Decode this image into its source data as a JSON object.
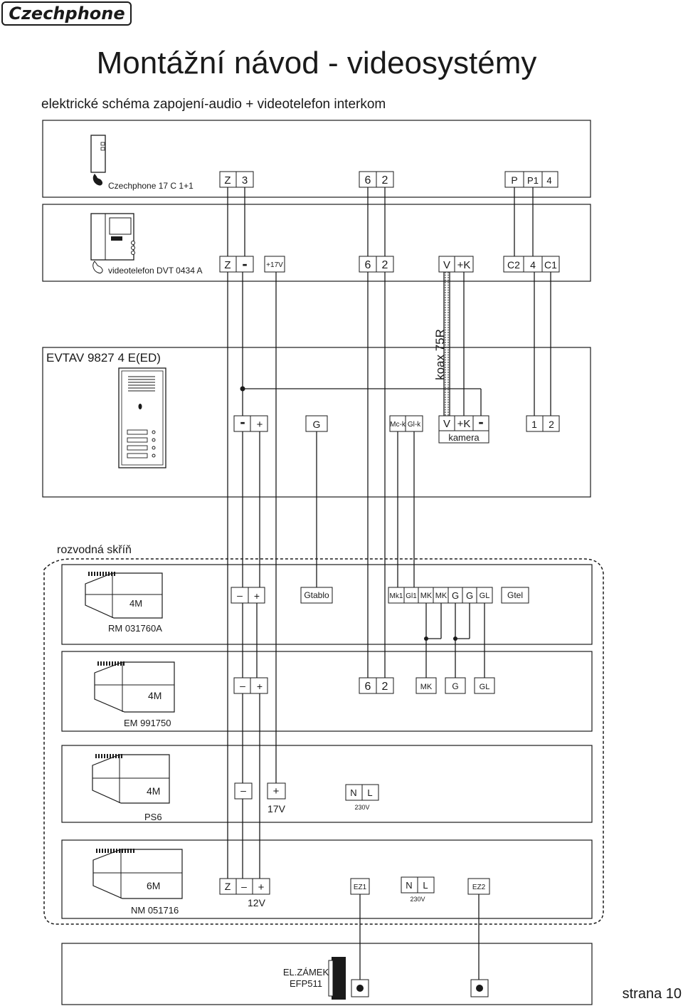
{
  "brand": "Czechphone",
  "title": "Montážní návod - videosystémy",
  "subtitle": "elektrické schéma zapojení-audio + videotelefon interkom",
  "devices": {
    "handset": {
      "name": "Czechphone 17 C 1+1",
      "terminals": [
        "Z",
        "3",
        "6",
        "2",
        "P",
        "P1",
        "4"
      ]
    },
    "videophone": {
      "name": "videotelefon DVT 0434 A",
      "terminals": [
        "Z",
        "-",
        "+17V",
        "6",
        "2",
        "V",
        "+K",
        "C2",
        "4",
        "C1"
      ]
    },
    "door_panel": {
      "name": "EVTAV 9827 4 E(ED)",
      "coax_label": "koax 75R",
      "terminals": [
        "-",
        "+",
        "G",
        "Mc-k",
        "Gl-k",
        "V",
        "+K",
        "-",
        "1",
        "2"
      ],
      "camera_label": "kamera"
    },
    "cabinet_label": "rozvodná skříň",
    "rm": {
      "name": "RM 031760A",
      "size": "4M",
      "terminals": [
        "–",
        "+",
        "Gtablo",
        "Mk1",
        "Gl1",
        "MK",
        "MK",
        "G",
        "G",
        "GL",
        "Gtel"
      ]
    },
    "em": {
      "name": "EM 991750",
      "size": "4M",
      "terminals": [
        "–",
        "+",
        "6",
        "2",
        "MK",
        "G",
        "GL"
      ]
    },
    "ps": {
      "name": "PS6",
      "size": "4M",
      "terminals": [
        "–",
        "+",
        "N",
        "L"
      ],
      "out_voltage": "17V",
      "in_voltage": "230V"
    },
    "nm": {
      "name": "NM 051716",
      "size": "6M",
      "terminals": [
        "Z",
        "–",
        "+",
        "EZ1",
        "N",
        "L",
        "EZ2"
      ],
      "out_voltage": "12V",
      "in_voltage": "230V"
    },
    "lock": {
      "name_line1": "EL.ZÁMEK",
      "name_line2": "EFP511"
    }
  },
  "page_label": "strana 10",
  "colors": {
    "ink": "#1a1a1a",
    "background": "#ffffff"
  }
}
